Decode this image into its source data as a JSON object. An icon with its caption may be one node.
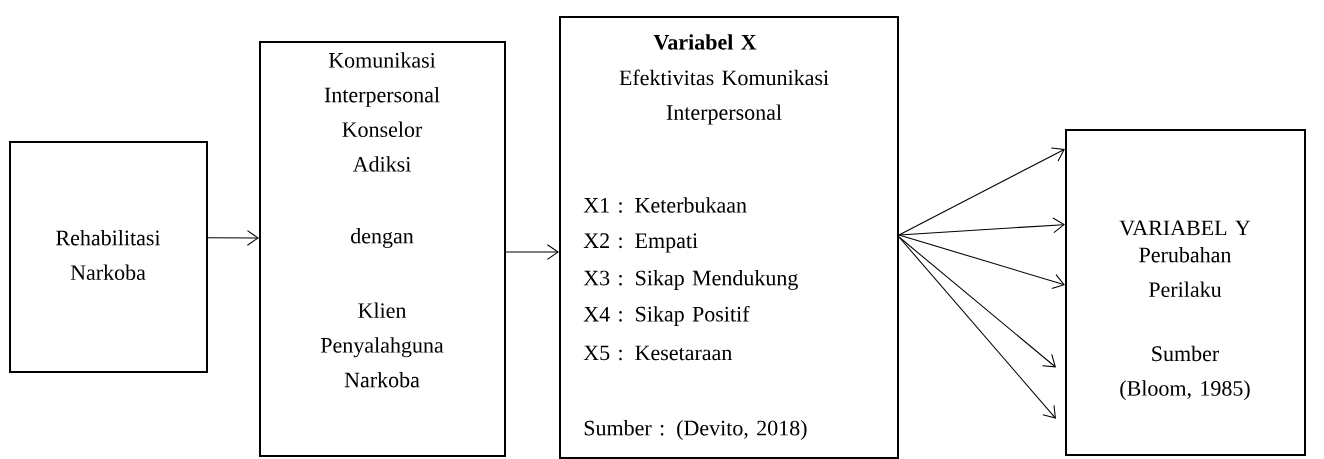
{
  "diagram": {
    "nodes": [
      {
        "text": [
          "Rehabilitasi Narkoba"
        ]
      },
      {
        "text": [
          "Komunikasi Interpersonal Konselor Adiksi",
          "dengan",
          "Klien Penyalahguna Narkoba"
        ]
      },
      {
        "text": [
          "Variabel X",
          "Efektivitas Komunikasi Interpersonal",
          "X1 : Keterbukaan",
          "X2 : Empati",
          "X3 : Sikap Mendukung",
          "X4 : Sikap Positif",
          "X5 : Kesetaraan",
          "Sumber : (Devito, 2018)"
        ]
      },
      {
        "text": [
          "VARIABEL Y",
          "Perubahan Perilaku",
          "Sumber (Bloom, 1985)"
        ]
      }
    ],
    "edges": [
      {
        "from": 0,
        "to": 1,
        "arrow": "to"
      },
      {
        "from": 1,
        "to": 2,
        "arrow": "to"
      },
      {
        "from": 2,
        "to": 3,
        "arrow": "to"
      },
      {
        "from": 2,
        "to": 3,
        "arrow": "to"
      },
      {
        "from": 2,
        "to": 3,
        "arrow": "to"
      },
      {
        "from": 2,
        "to": 3,
        "arrow": "to"
      },
      {
        "from": 2,
        "to": 3,
        "arrow": "to"
      }
    ]
  }
}
